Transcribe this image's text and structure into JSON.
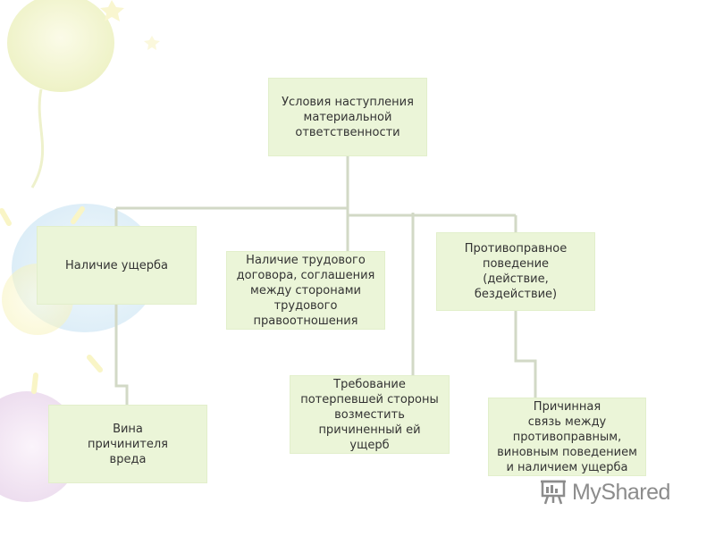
{
  "diagram": {
    "root": "Условия наступления\nматериальной\nответственности",
    "damage": "Наличие ущерба",
    "contract": "Наличие трудового\nдоговора, соглашения\nмежду сторонами\nтрудового\nправоотношения",
    "illegal": "Противоправное\nповедение\n(действие,\nбездействие)",
    "demand": "Требование\nпотерпевшей стороны\nвозместить\nпричиненный ей\nущерб",
    "guilt": "Вина\nпричинителя\nвреда",
    "causal": "Причинная\nсвязь между\nпротивоправным,\nвиновным поведением\nи наличием ущерба"
  },
  "watermark": {
    "text": "MyShared",
    "icon": "presentation-board-icon"
  },
  "colors": {
    "box_fill": "#ebf5d8",
    "connector": "#d2d9c6",
    "text": "#333333",
    "watermark": "#8c8c8c"
  }
}
